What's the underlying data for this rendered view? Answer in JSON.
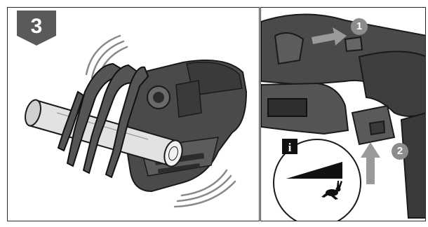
{
  "step": {
    "number": "3"
  },
  "callouts": [
    {
      "number": "1"
    },
    {
      "number": "2"
    }
  ],
  "info": {
    "symbol": "i"
  },
  "icons": {
    "step_badge": "step-number-badge",
    "info": "info-icon",
    "speed_ramp": "speed-ramp-icon",
    "rabbit": "rabbit-fast-speed-icon",
    "motion": "motion-lines-icon",
    "arrow": "direction-arrow-icon"
  },
  "colors": {
    "badge": "#5a5a5a",
    "tool_body": "#4a4a4a",
    "tool_dark": "#2c2c2c",
    "callout": "#8c8c8c",
    "arrow": "#9a9a9a",
    "log": "#d8d8d8"
  }
}
